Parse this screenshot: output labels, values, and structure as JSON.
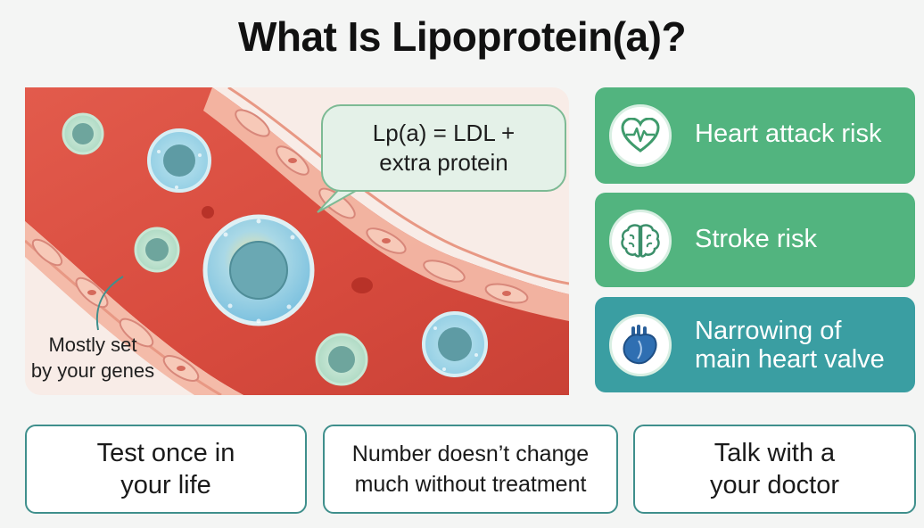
{
  "title": "What Is Lipoprotein(a)?",
  "bubble": {
    "line1": "Lp(a) = LDL +",
    "line2": "extra protein"
  },
  "genes": {
    "line1": "Mostly set",
    "line2": "by your genes"
  },
  "risks": [
    {
      "icon": "heart-pulse-icon",
      "line1": "Heart attack risk",
      "line2": ""
    },
    {
      "icon": "brain-icon",
      "line1": "Stroke risk",
      "line2": ""
    },
    {
      "icon": "anatomical-heart-icon",
      "line1": "Narrowing of",
      "line2": "main heart valve"
    }
  ],
  "tips": [
    {
      "line1": "Test once in",
      "line2": "your life"
    },
    {
      "line1": "Number doesn’t change",
      "line2": "much without treatment"
    },
    {
      "line1": "Talk with a",
      "line2": "your doctor"
    }
  ],
  "colors": {
    "risk_green": "#52b47f",
    "risk_teal": "#3a9ea2",
    "vessel_red": "#d84b3e",
    "tip_border": "#3f8f8c",
    "bubble_fill": "#e4f1e8"
  }
}
